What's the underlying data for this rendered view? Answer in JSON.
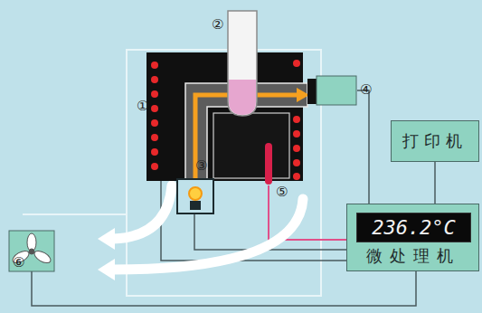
{
  "diagram": {
    "nodes": [
      {
        "text": [
          "打印机"
        ]
      },
      {
        "text": [
          "微处理机"
        ]
      },
      {
        "text": [
          "236.2°C"
        ],
        "in": 1
      }
    ],
    "edges": [
      {
        "from": 0,
        "to": 1,
        "arrow": "none"
      }
    ],
    "labels": [
      "①",
      "②",
      "③",
      "④",
      "⑤",
      "⑥"
    ]
  }
}
